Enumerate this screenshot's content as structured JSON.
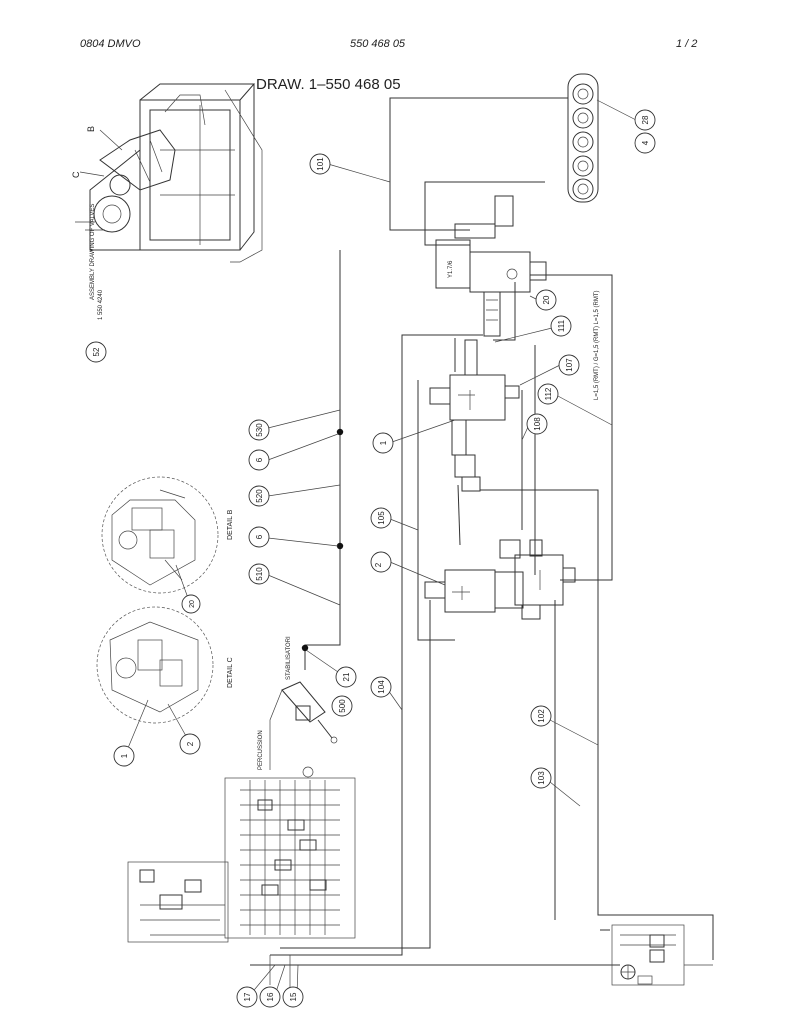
{
  "header": {
    "left": "0804 DMVO",
    "center": "550 468 05",
    "right": "1 /  2"
  },
  "title": "DRAW. 1–550 468 05",
  "balloons": {
    "b28": "28",
    "b4": "4",
    "b101": "101",
    "b20": "20",
    "b111": "111",
    "b107": "107",
    "b112": "112",
    "b108": "108",
    "b530": "530",
    "b6a": "6",
    "b1": "1",
    "b520": "520",
    "b6b": "6",
    "b105": "105",
    "b2": "2",
    "b510": "510",
    "b21": "21",
    "b500": "500",
    "b104": "104",
    "b102": "102",
    "b103": "103",
    "b17": "17",
    "b16": "16",
    "b15": "15",
    "b52": "52",
    "det1": "1",
    "det2": "2",
    "det20": "20"
  },
  "labels": {
    "callout_b": "B",
    "callout_c": "C",
    "assembly_line1": "ASSEMBLY DRAWING OF VALVES",
    "assembly_line2": "1 550 4240",
    "detail_b": "DETAIL B",
    "detail_c": "DETAIL C",
    "stabilisatori": "STABILISATORI",
    "percussion": "PERCUSSION",
    "valve_y": "Y1.7/6",
    "line_note": "L=1,5 (RMT) / G=1,5 (RMT) L=1,5 (RMT)"
  }
}
